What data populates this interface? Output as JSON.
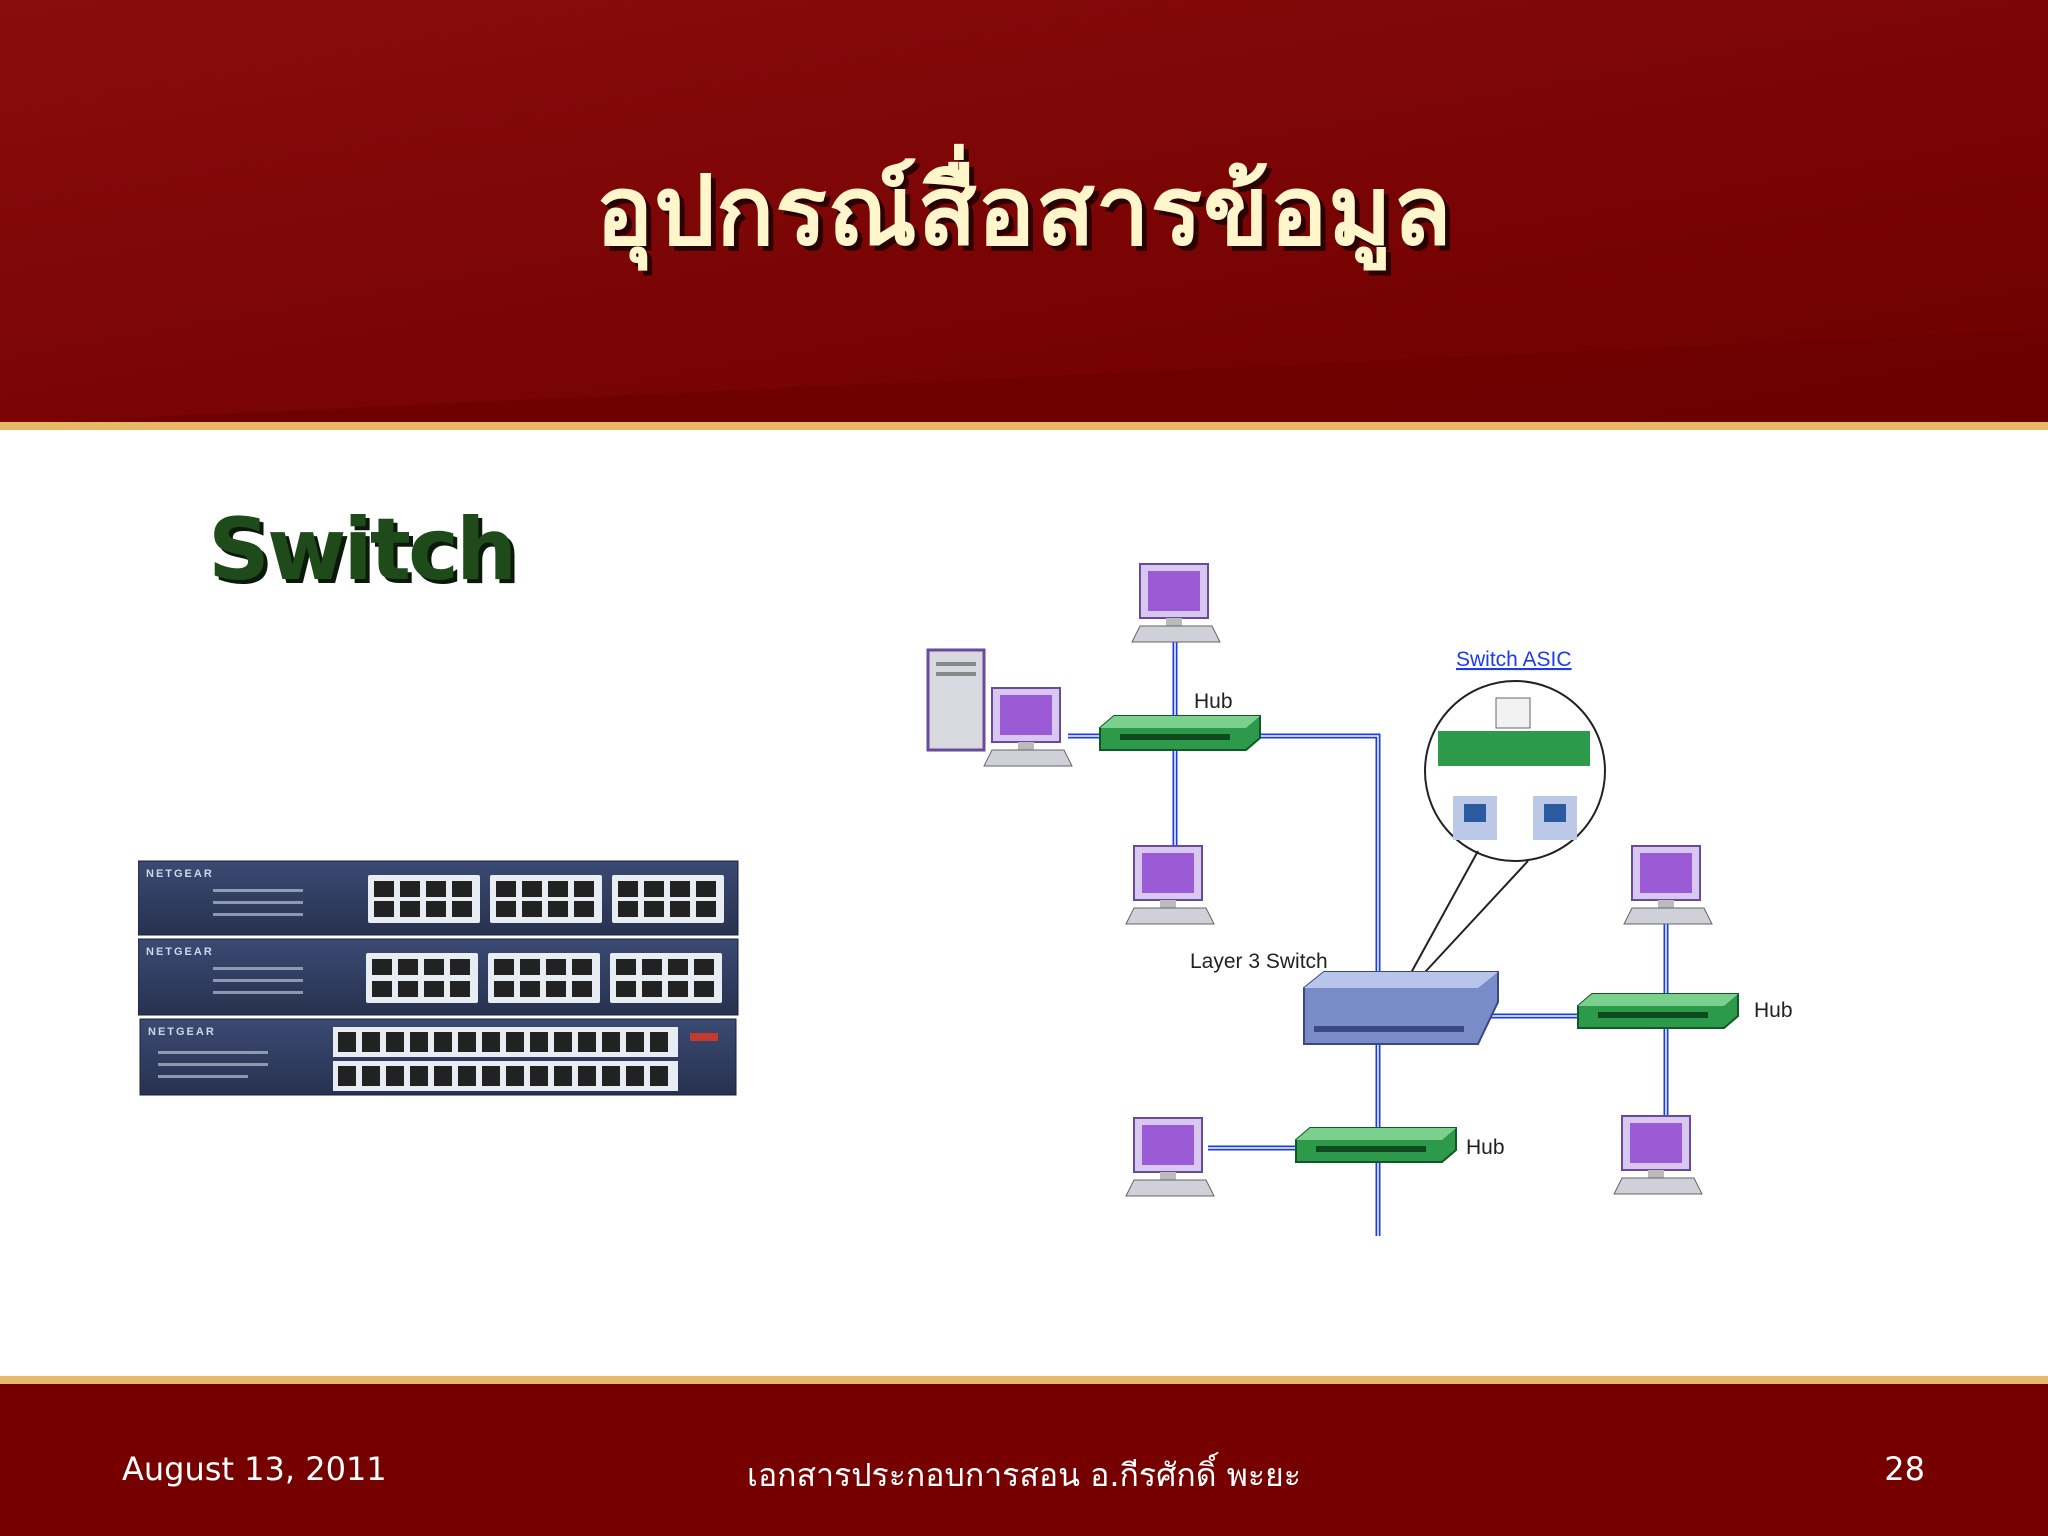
{
  "slide": {
    "title": "อุปกรณ์สื่อสารข้อมูล",
    "subtitle": "Switch"
  },
  "switch_photo": {
    "brand": "NETGEAR",
    "units": 3
  },
  "diagram": {
    "labels": {
      "hub_top": "Hub",
      "switch_asic": "Switch ASIC",
      "layer3_switch": "Layer 3 Switch",
      "hub_right": "Hub",
      "hub_bottom": "Hub"
    }
  },
  "footer": {
    "date": "August 13, 2011",
    "author": "เอกสารประกอบการสอน อ.กีรศักดิ์ พะยะ",
    "page": "28"
  },
  "colors": {
    "header_red": "#7a0404",
    "rule_gold": "#e8b869",
    "title_cream": "#fff6cc",
    "subtitle_green": "#1f4a1a",
    "link_blue": "#1a3cf0",
    "hub_green": "#1f8a3a",
    "pc_purple": "#9b5ad6"
  }
}
